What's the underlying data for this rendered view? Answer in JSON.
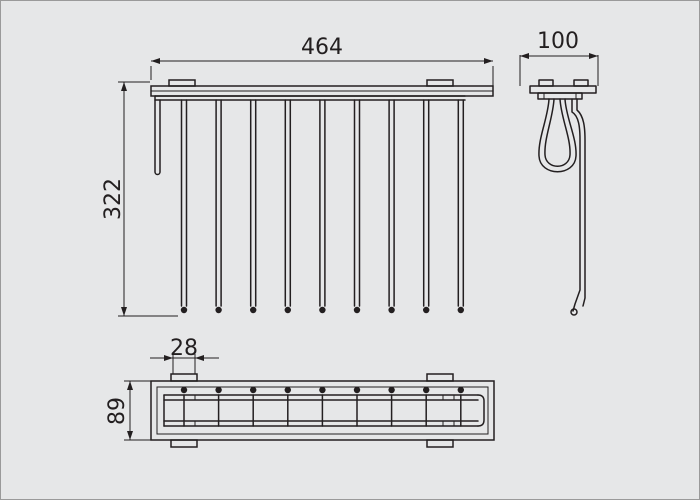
{
  "colors": {
    "background": "#e6e7e8",
    "line": "#231f20",
    "frame": "#9a9a9a"
  },
  "dimensions": {
    "width_label": "464",
    "depth_label": "100",
    "height_label": "322",
    "hook_spacing_label": "28",
    "frame_depth_label": "89"
  },
  "parts": {
    "front_hooks": 9,
    "top_hooks": 9
  }
}
